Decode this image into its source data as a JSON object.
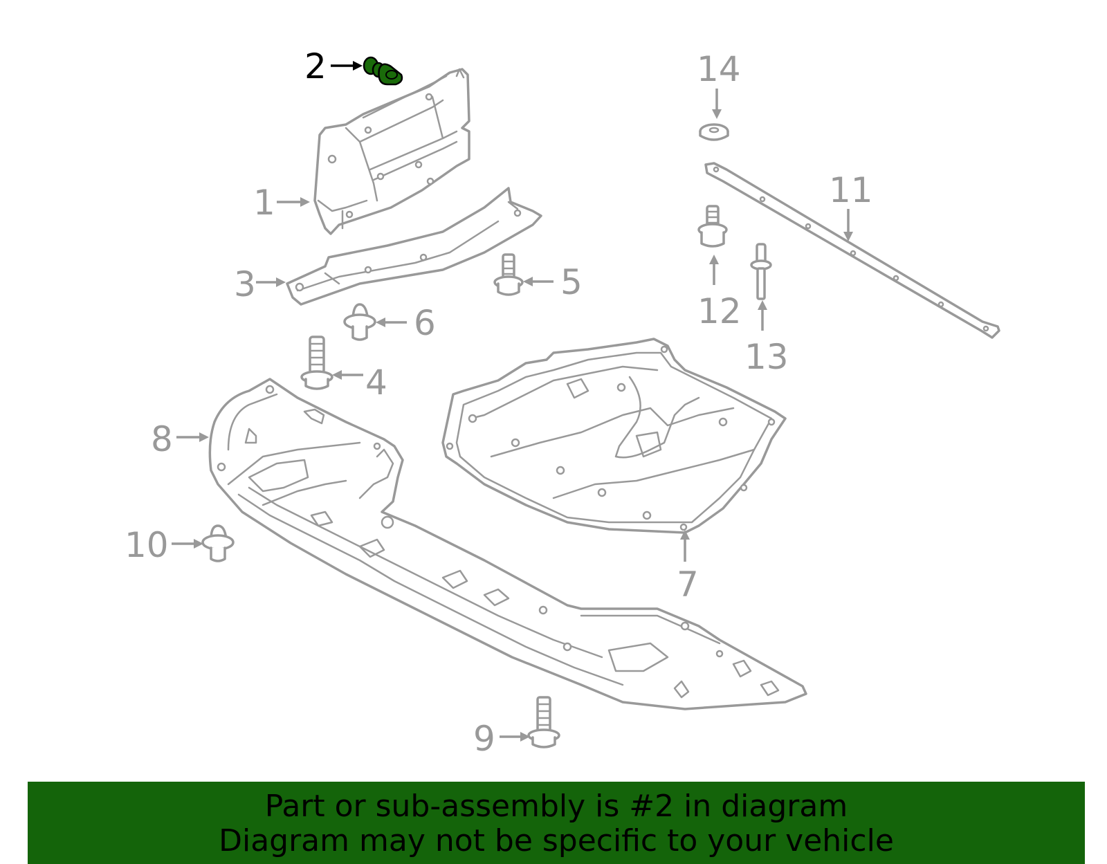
{
  "diagram": {
    "highlight_color": "#1a6b0a",
    "line_color": "#999999",
    "callouts": [
      {
        "id": "1",
        "label": "1"
      },
      {
        "id": "2",
        "label": "2",
        "highlighted": true
      },
      {
        "id": "3",
        "label": "3"
      },
      {
        "id": "4",
        "label": "4"
      },
      {
        "id": "5",
        "label": "5"
      },
      {
        "id": "6",
        "label": "6"
      },
      {
        "id": "7",
        "label": "7"
      },
      {
        "id": "8",
        "label": "8"
      },
      {
        "id": "9",
        "label": "9"
      },
      {
        "id": "10",
        "label": "10"
      },
      {
        "id": "11",
        "label": "11"
      },
      {
        "id": "12",
        "label": "12"
      },
      {
        "id": "13",
        "label": "13"
      },
      {
        "id": "14",
        "label": "14"
      }
    ]
  },
  "banner": {
    "background": "#14640a",
    "line1": "Part or sub-assembly is #2 in diagram",
    "line2": "Diagram may not be specific to your vehicle"
  }
}
